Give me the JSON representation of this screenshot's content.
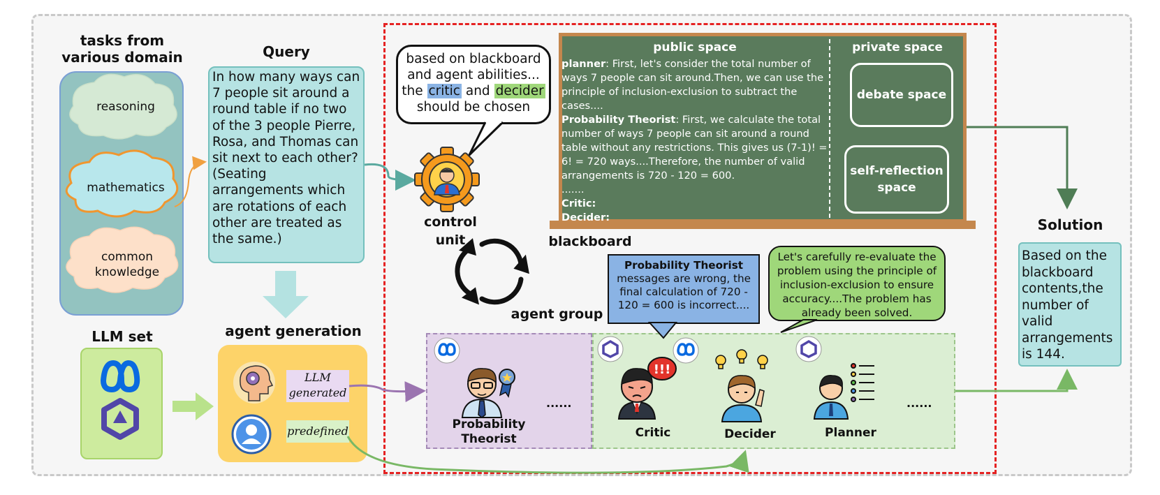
{
  "tasks": {
    "title_line1": "tasks from",
    "title_line2": "various domain",
    "items": [
      "reasoning",
      "mathematics",
      "common knowledge"
    ]
  },
  "query": {
    "title": "Query",
    "text": "In how many ways can 7 people sit around a round table if no two of the 3 people Pierre, Rosa, and Thomas can sit next to each other? (Seating arrangements which are rotations of each other are treated as the same.)"
  },
  "llm_set": {
    "title": "LLM set"
  },
  "agent_generation": {
    "title": "agent generation",
    "llm_generated_line1": "LLM",
    "llm_generated_line2": "generated",
    "predefined": "predefined"
  },
  "control_unit": {
    "label_line1": "control",
    "label_line2": "unit",
    "speech_line1": "based on blackboard",
    "speech_line2": "and agent abilities...",
    "speech_the": "the",
    "speech_critic": "critic",
    "speech_and": "and",
    "speech_decider": "decider",
    "speech_line4": "should be chosen"
  },
  "blackboard": {
    "label": "blackboard",
    "public_title": "public space",
    "private_title": "private space",
    "planner_name": "planner",
    "planner_text": ": First, let's consider the total number of ways 7 people can sit around.Then, we can use the principle of inclusion-exclusion to subtract the cases....",
    "pt_name": "Probability Theorist",
    "pt_text": ": First, we calculate the total number of ways 7 people can sit around a round table without any restrictions. This gives us (7-1)! = 6! = 720 ways....Therefore, the number of valid arrangements is 720 - 120 = 600.",
    "dots": ".......",
    "critic_label": "Critic:",
    "decider_label": "Decider:",
    "debate_space": "debate space",
    "reflection_line1": "self-reflection",
    "reflection_line2": "space"
  },
  "agent_group": {
    "label": "agent group",
    "pt_bubble_title": "Probability Theorist",
    "pt_bubble_text": "messages are wrong, the final calculation of 720 - 120 = 600 is incorrect....",
    "decider_bubble_text": "Let's carefully re-evaluate the problem using the principle of inclusion-exclusion to ensure accuracy....The problem has already been solved.",
    "pt_label_line1": "Probability",
    "pt_label_line2": "Theorist",
    "critic_label": "Critic",
    "decider_label": "Decider",
    "planner_label": "Planner",
    "ellipsis": "......"
  },
  "solution": {
    "title": "Solution",
    "text": "Based on the blackboard contents,the number of valid arrangements is 144."
  },
  "colors": {
    "teal_arrow": "#5aa99f",
    "green_arrow": "#79b865",
    "purple_arrow": "#9b74b0",
    "orange_arrow": "#f0a040",
    "dark_green_arrow": "#4f7d55",
    "meta_blue": "#0a6ae0",
    "qwen_purple": "#5146a8"
  }
}
